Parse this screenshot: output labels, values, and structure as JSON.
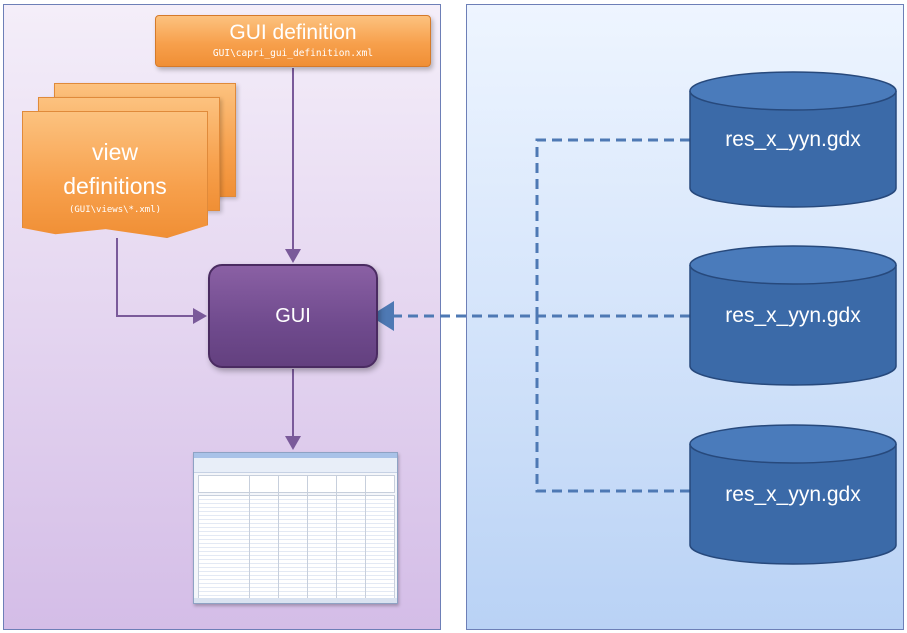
{
  "gui_definition": {
    "title": "GUI definition",
    "path": "GUI\\capri_gui_definition.xml"
  },
  "view_definitions": {
    "title_line1": "view",
    "title_line2": "definitions",
    "path": "(GUI\\views\\*.xml)"
  },
  "gui_box": {
    "label": "GUI"
  },
  "databases": [
    {
      "label": "res_x_yyn.gdx"
    },
    {
      "label": "res_x_yyn.gdx"
    },
    {
      "label": "res_x_yyn.gdx"
    }
  ],
  "colors": {
    "left_panel": "#e6d8f1",
    "right_panel": "#d7e6fb",
    "orange": "#f7a04c",
    "purple": "#6f4a8d",
    "cylinder_blue": "#3b6aa8",
    "dashed_line": "#4e79b4",
    "purple_line": "#7a5a9a"
  }
}
